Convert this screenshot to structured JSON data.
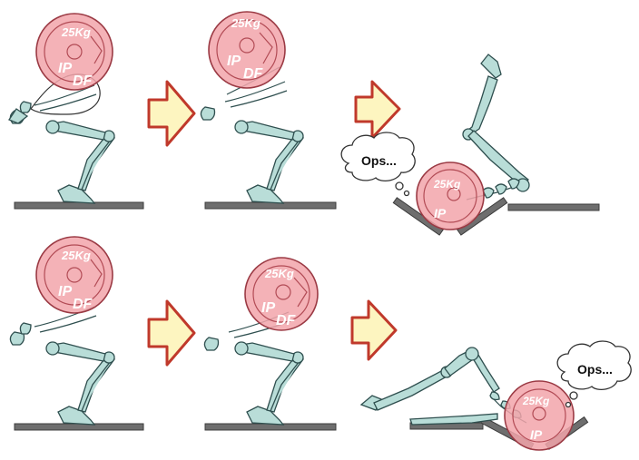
{
  "plate_label": "25Kg",
  "plate_letters_top": "IP",
  "plate_letters_bottom": "DF",
  "thought_text": "Ops...",
  "colors": {
    "bone": "#b9ddd8",
    "plate": "#f2a5aa",
    "arrow_fill": "#fdf5c0",
    "arrow_stroke": "#c0392b",
    "platform": "#6e6e6e"
  }
}
